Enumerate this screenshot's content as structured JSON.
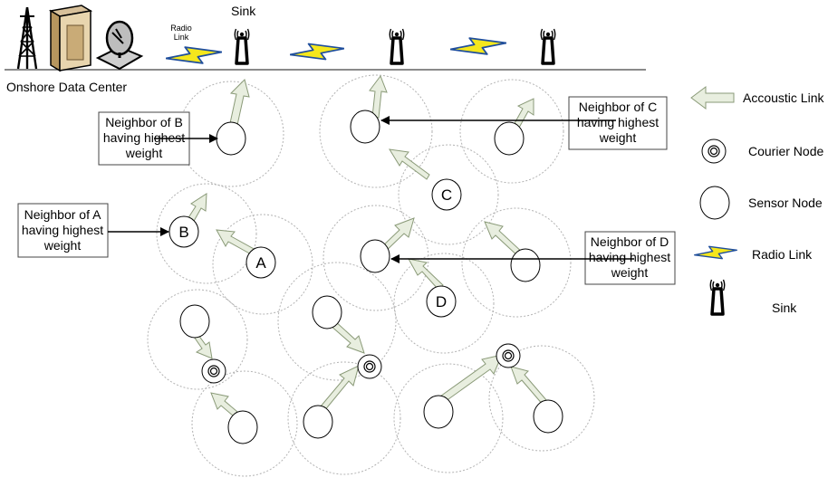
{
  "shore": {
    "label": "Onshore Data Center"
  },
  "top": {
    "sink_label": "Sink",
    "radio_label": "Radio\nLink"
  },
  "nodes": {
    "a": "A",
    "b": "B",
    "c": "C",
    "d": "D"
  },
  "annotations": {
    "b": "Neighbor of B\nhaving highest\nweight",
    "a": "Neighbor of A\nhaving highest\nweight",
    "c": "Neighbor of C\nhaving highest\nweight",
    "d": "Neighbor of D\nhaving highest\nweight"
  },
  "legend": {
    "acoustic": "Accoustic Link",
    "courier": "Courier Node",
    "sensor": "Sensor Node",
    "radio": "Radio Link",
    "sink": "Sink"
  },
  "colors": {
    "radio_fill": "#f5e71c",
    "radio_edge": "#1f4e9c",
    "arrow_fill": "#e8eedf",
    "arrow_edge": "#8a9a78"
  }
}
